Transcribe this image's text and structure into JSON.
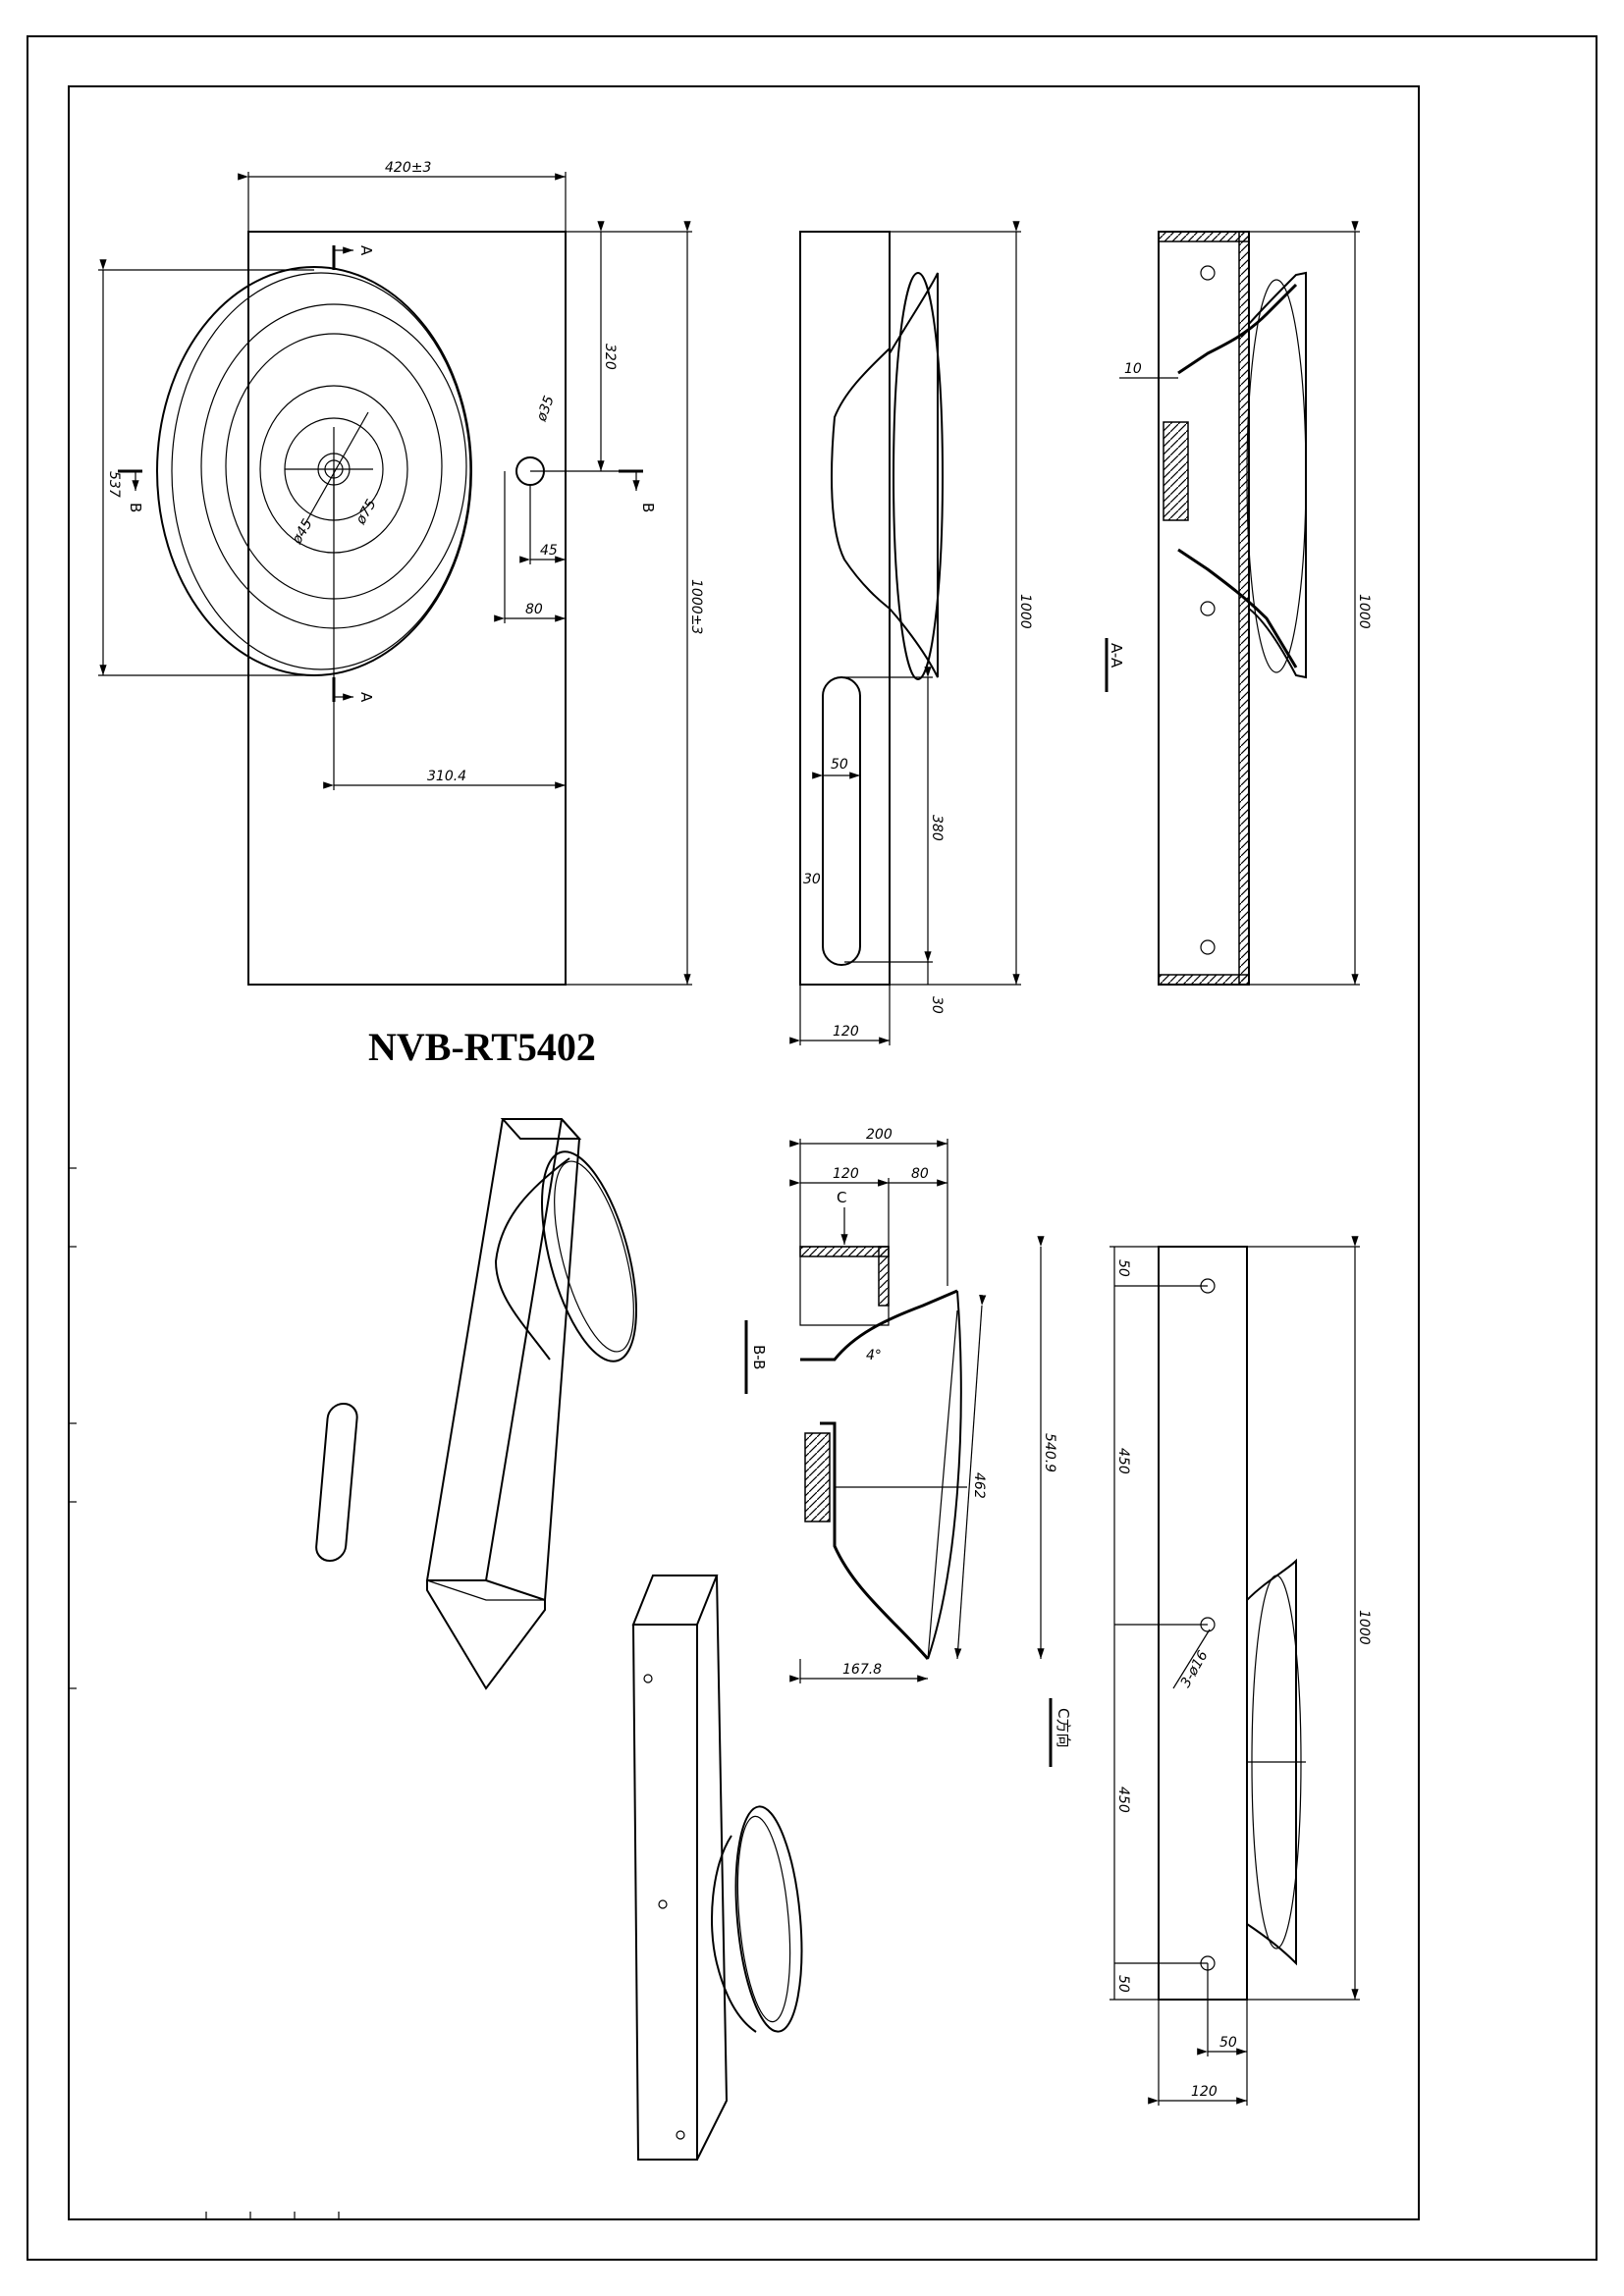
{
  "title_block": {
    "model": "NVB-RT5402"
  },
  "plan_view": {
    "width_dim": "420±3",
    "height_dim": "537",
    "length_dim": "1000±3",
    "offset_320": "320",
    "center_offset": "310.4",
    "hole_offset_80": "80",
    "hole_offset_45": "45",
    "drain_dia": "ø75",
    "drain_inner": "ø45",
    "tap_hole": "ø35",
    "section_a": "A",
    "section_b": "B"
  },
  "side_view": {
    "length": "1000",
    "slot": "380",
    "slot_w": "50",
    "slot_r": "30",
    "bottom": "30",
    "depth": "120"
  },
  "section_aa": {
    "label": "A-A",
    "length": "1000",
    "wall": "10"
  },
  "section_bb": {
    "label": "B-B",
    "total": "200",
    "part1": "120",
    "part2": "80",
    "arrow": "C",
    "diag": "540.9",
    "inner": "462",
    "base": "167.8",
    "angle": "4°"
  },
  "view_c": {
    "label": "C方向",
    "length": "1000",
    "seg1": "50",
    "seg2": "450",
    "seg3": "450",
    "seg4": "50",
    "depth": "120",
    "hole_off": "50",
    "holes": "3-ø16"
  }
}
